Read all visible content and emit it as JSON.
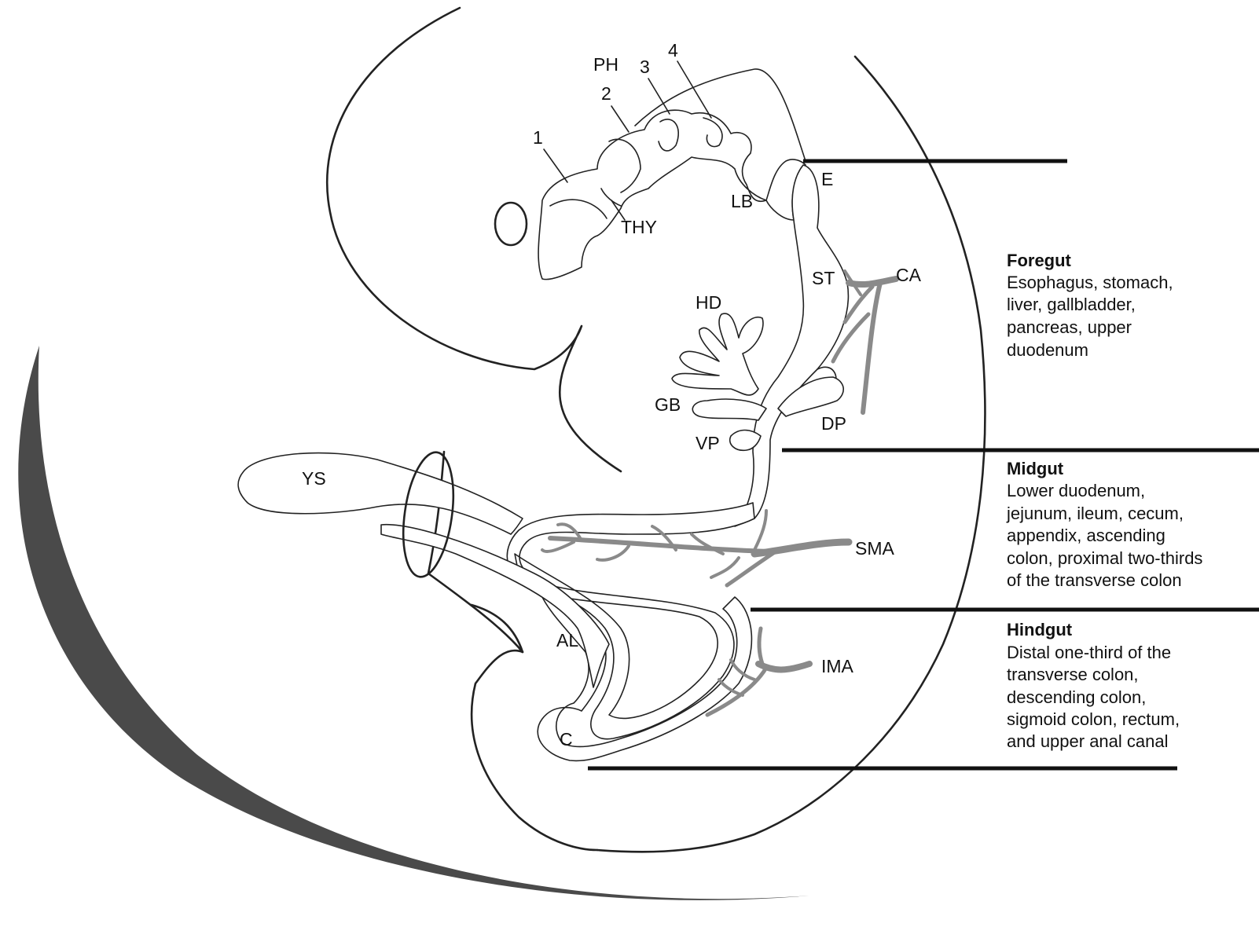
{
  "structure_labels": {
    "ph": "PH",
    "arch1": "1",
    "arch2": "2",
    "arch3": "3",
    "arch4": "4",
    "thy": "THY",
    "lb": "LB",
    "e": "E",
    "st": "ST",
    "ca": "CA",
    "hd": "HD",
    "gb": "GB",
    "vp": "VP",
    "dp": "DP",
    "ys": "YS",
    "sma": "SMA",
    "al": "AL",
    "ima": "IMA",
    "c": "C"
  },
  "regions": [
    {
      "title": "Foregut",
      "lines": [
        "Esophagus, stomach,",
        "liver, gallbladder,",
        "pancreas, upper",
        "duodenum"
      ]
    },
    {
      "title": "Midgut",
      "lines": [
        "Lower duodenum,",
        "jejunum, ileum, cecum,",
        "appendix, ascending",
        "colon, proximal two-thirds",
        "of the transverse colon"
      ]
    },
    {
      "title": "Hindgut",
      "lines": [
        "Distal one-third of the",
        "transverse colon,",
        "descending colon,",
        "sigmoid colon, rectum,",
        "and upper anal canal"
      ]
    }
  ],
  "colors": {
    "outline": "#222222",
    "vessel": "#8a8a8a",
    "decorative_arc": "#4a4a4a",
    "divider": "#111111"
  }
}
